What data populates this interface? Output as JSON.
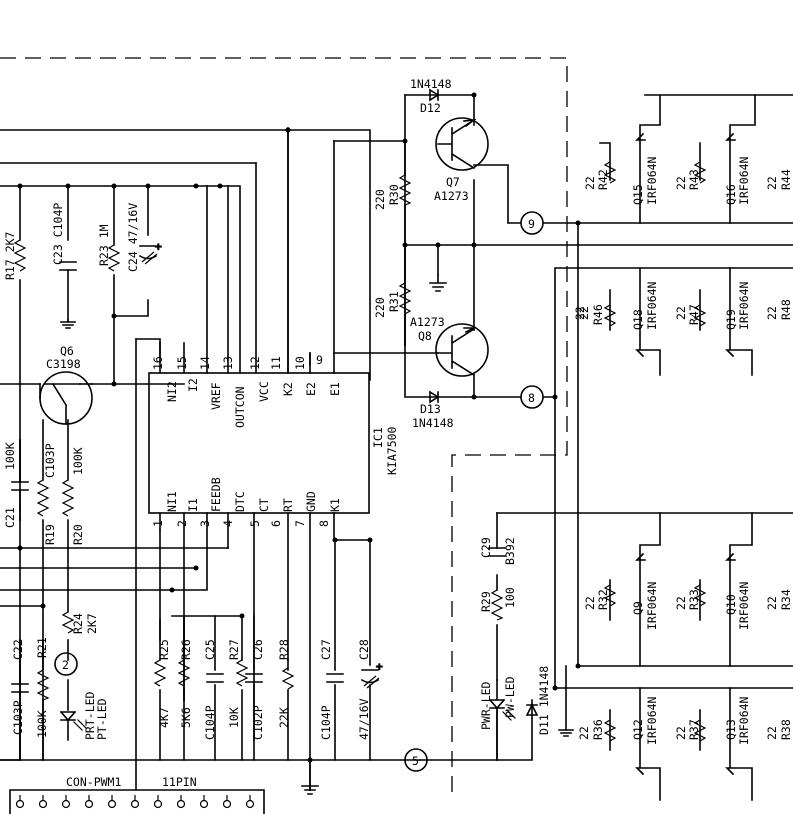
{
  "ic": {
    "ref": "IC1",
    "part": "KIA7500",
    "top_pin_numbers": [
      "16",
      "15",
      "14",
      "13",
      "12",
      "11",
      "10",
      "9"
    ],
    "top_pin_names": [
      "NI2",
      "I2",
      "VREF",
      "OUTCON",
      "VCC",
      "K2",
      "E2",
      "E1"
    ],
    "bottom_pin_numbers": [
      "1",
      "2",
      "3",
      "4",
      "5",
      "6",
      "7",
      "8"
    ],
    "bottom_pin_names": [
      "NI1",
      "I1",
      "FEEDB",
      "DTC",
      "CT",
      "RT",
      "GND",
      "K1"
    ]
  },
  "transistors": {
    "q6_ref": "Q6",
    "q6_part": "C3198",
    "q7_ref": "Q7",
    "q7_part": "A1273",
    "q8_ref": "Q8",
    "q8_part": "A1273"
  },
  "diodes": {
    "d12_part": "1N4148",
    "d12_ref": "D12",
    "d13_ref": "D13",
    "d13_part": "1N4148",
    "d11": "D11 1N4148"
  },
  "resistors": {
    "r30_val": "220",
    "r30_ref": "R30",
    "r31_val": "220",
    "r31_ref": "R31",
    "r17": "R17  2K7",
    "r23": "R23  1M",
    "r19_val": "100K",
    "r19_ref": "R19",
    "r20_val": "100K",
    "r20_ref": "R20",
    "r24_ref": "R24",
    "r24_val": "2K7",
    "r21_ref": "R21",
    "r21_val": "100K",
    "r25_ref": "R25",
    "r25_val": "4K7",
    "r26_ref": "R26",
    "r26_val": "5K6",
    "r27_ref": "R27",
    "r27_val": "10K",
    "r28_ref": "R28",
    "r28_val": "22K",
    "r29_ref": "R29",
    "r29_val": "100"
  },
  "capacitors": {
    "c23": "C23  C104P",
    "c24": "C24  47/16V",
    "c21": "C21",
    "c103p_top": "C103P",
    "c22_ref": "C22",
    "c22_val": "C103P",
    "c25_ref": "C25",
    "c25_val": "C104P",
    "c26_ref": "C26",
    "c26_val": "C102P",
    "c27_ref": "C27",
    "c27_val": "C104P",
    "c28_ref": "C28",
    "c28_val": "47/16V",
    "c29_ref": "C29",
    "c29_val": "B392"
  },
  "mosfets": [
    {
      "r_val": "22",
      "r_ref": "R42",
      "q_ref": "Q15",
      "q_part": "IRF064N"
    },
    {
      "r_val": "22",
      "r_ref": "R43",
      "q_ref": "Q16",
      "q_part": "IRF064N"
    },
    {
      "r_val": "22",
      "r_ref": "R44"
    },
    {
      "r_val": "22",
      "r_ref": "R46",
      "q_ref": "Q18",
      "q_part": "IRF064N"
    },
    {
      "r_val": "22",
      "r_ref": "R47",
      "q_ref": "Q19",
      "q_part": "IRF064N"
    },
    {
      "r_val": "22",
      "r_ref": "R48"
    },
    {
      "r_val": "22",
      "r_ref": "R32",
      "q_ref": "Q9",
      "q_part": "IRF064N"
    },
    {
      "r_val": "22",
      "r_ref": "R33",
      "q_ref": "Q10",
      "q_part": "IRF064N"
    },
    {
      "r_val": "22",
      "r_ref": "R34"
    },
    {
      "r_val": "22",
      "r_ref": "R36",
      "q_ref": "Q12",
      "q_part": "IRF064N"
    },
    {
      "r_val": "22",
      "r_ref": "R37",
      "q_ref": "Q13",
      "q_part": "IRF064N"
    },
    {
      "r_val": "22",
      "r_ref": "R38"
    }
  ],
  "mid_22": "22",
  "nodes": {
    "n9": "9",
    "n8": "8",
    "n5": "5",
    "n2": "2"
  },
  "leds": {
    "prt1": "PRT-LED",
    "prt2": "PT-LED",
    "pwr1": "PWR-LED",
    "pwr2": "PW-LED"
  },
  "connector": {
    "name": "CON-PWM1",
    "pins": "11PIN"
  }
}
